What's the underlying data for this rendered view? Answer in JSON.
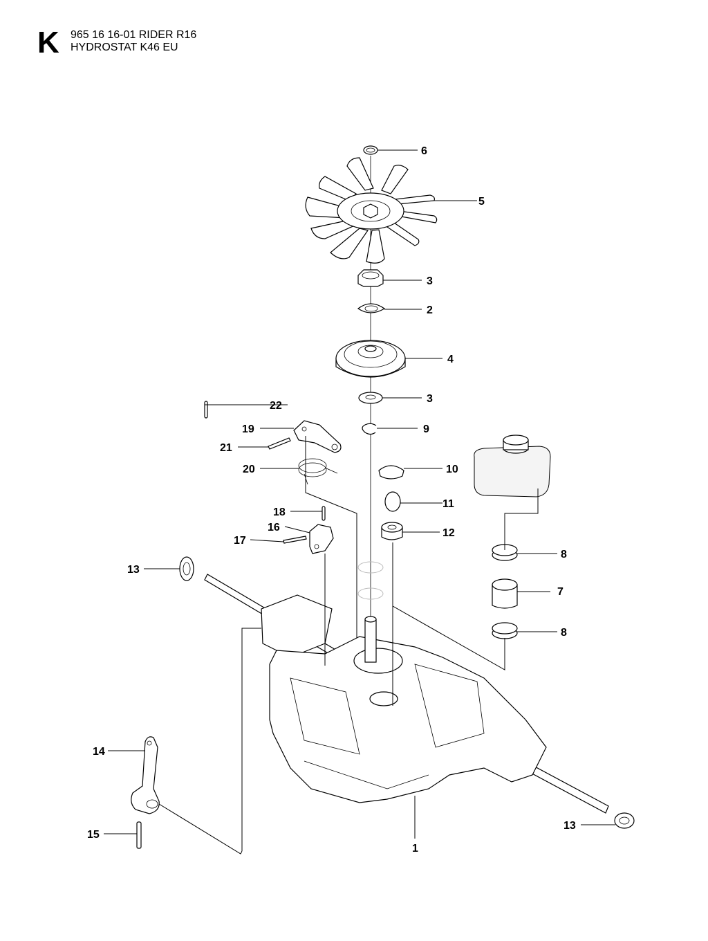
{
  "header": {
    "section": "K",
    "line1": "965 16 16-01 RIDER R16",
    "line2": "HYDROSTAT K46 EU"
  },
  "callouts": [
    "1",
    "2",
    "3",
    "4",
    "5",
    "6",
    "7",
    "8",
    "9",
    "10",
    "11",
    "12",
    "13",
    "14",
    "15",
    "16",
    "17",
    "18",
    "19",
    "20",
    "21",
    "22"
  ]
}
